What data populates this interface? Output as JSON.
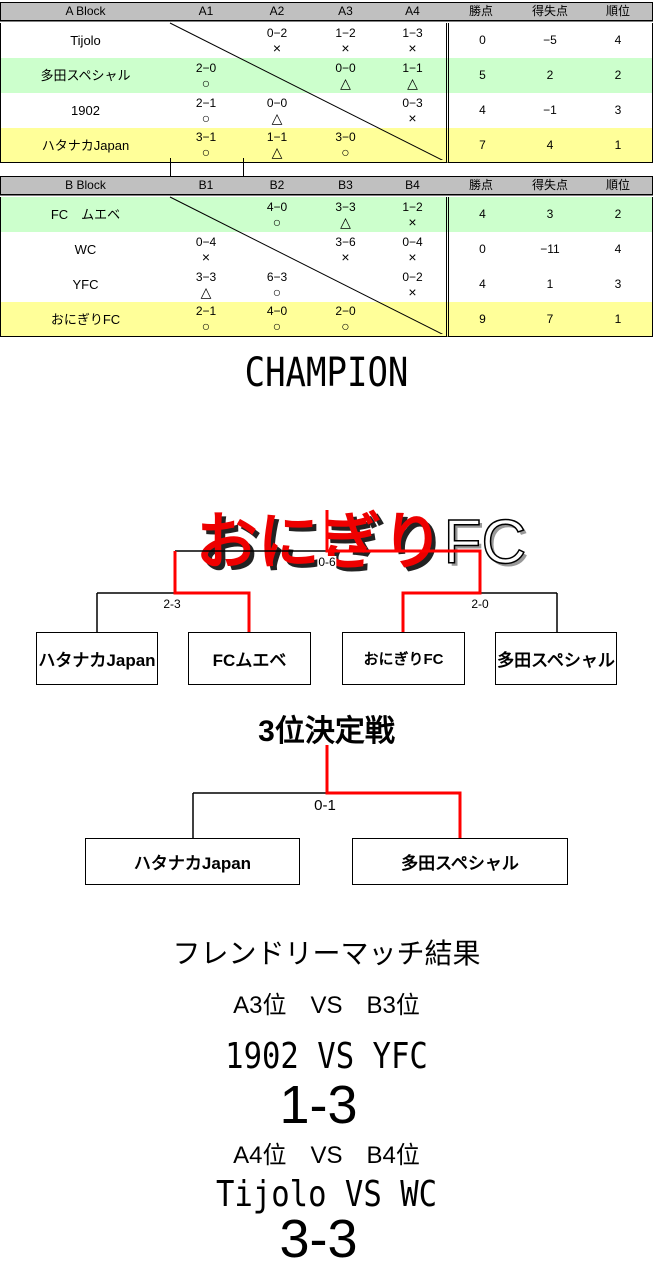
{
  "block_a": {
    "headers": [
      "A Block",
      "A1",
      "A2",
      "A3",
      "A4",
      "勝点",
      "得失点",
      "順位"
    ],
    "rows": [
      {
        "name": "Tijolo",
        "results": [
          null,
          [
            "0−2",
            "×"
          ],
          [
            "1−2",
            "×"
          ],
          [
            "1−3",
            "×"
          ]
        ],
        "points": "0",
        "diff": "−5",
        "rank": "4",
        "color": "w"
      },
      {
        "name": "多田スペシャル",
        "results": [
          [
            "2−0",
            "○"
          ],
          null,
          [
            "0−0",
            "△"
          ],
          [
            "1−1",
            "△"
          ]
        ],
        "points": "5",
        "diff": "2",
        "rank": "2",
        "color": "g"
      },
      {
        "name": "1902",
        "results": [
          [
            "2−1",
            "○"
          ],
          [
            "0−0",
            "△"
          ],
          null,
          [
            "0−3",
            "×"
          ]
        ],
        "points": "4",
        "diff": "−1",
        "rank": "3",
        "color": "w"
      },
      {
        "name": "ハタナカJapan",
        "results": [
          [
            "3−1",
            "○"
          ],
          [
            "1−1",
            "△"
          ],
          [
            "3−0",
            "○"
          ],
          null
        ],
        "points": "7",
        "diff": "4",
        "rank": "1",
        "color": "y"
      }
    ]
  },
  "block_b": {
    "headers": [
      "B Block",
      "B1",
      "B2",
      "B3",
      "B4",
      "勝点",
      "得失点",
      "順位"
    ],
    "rows": [
      {
        "name": "FC　ムエベ",
        "results": [
          null,
          [
            "4−0",
            "○"
          ],
          [
            "3−3",
            "△"
          ],
          [
            "1−2",
            "×"
          ]
        ],
        "points": "4",
        "diff": "3",
        "rank": "2",
        "color": "g"
      },
      {
        "name": "WC",
        "results": [
          [
            "0−4",
            "×"
          ],
          null,
          [
            "3−6",
            "×"
          ],
          [
            "0−4",
            "×"
          ]
        ],
        "points": "0",
        "diff": "−11",
        "rank": "4",
        "color": "w"
      },
      {
        "name": "YFC",
        "results": [
          [
            "3−3",
            "△"
          ],
          [
            "6−3",
            "○"
          ],
          null,
          [
            "0−2",
            "×"
          ]
        ],
        "points": "4",
        "diff": "1",
        "rank": "3",
        "color": "w"
      },
      {
        "name": "おにぎりFC",
        "results": [
          [
            "2−1",
            "○"
          ],
          [
            "4−0",
            "○"
          ],
          [
            "2−0",
            "○"
          ],
          null
        ],
        "points": "9",
        "diff": "7",
        "rank": "1",
        "color": "y"
      }
    ]
  },
  "champion": {
    "label": "CHAMPION",
    "team_jp": "おにぎり",
    "team_en": "FC"
  },
  "bracket": {
    "final_score": "0-6",
    "semi_left_score": "2-3",
    "semi_right_score": "2-0",
    "teams": [
      "ハタナカJapan",
      "FCムエベ",
      "おにぎりFC",
      "多田スペシャル"
    ]
  },
  "third_place": {
    "title": "3位決定戦",
    "score": "0-1",
    "teams": [
      "ハタナカJapan",
      "多田スペシャル"
    ]
  },
  "friendly": {
    "title": "フレンドリーマッチ結果",
    "matches": [
      {
        "label": "A3位　VS　B3位",
        "teams": "1902 VS YFC",
        "score": "1-3"
      },
      {
        "label": "A4位　VS　B4位",
        "teams": "Tijolo VS WC",
        "score": "3-3"
      }
    ]
  },
  "colors": {
    "win_line": "#ff0000",
    "green_row": "#ccffcc",
    "yellow_row": "#ffff99",
    "header": "#c0c0c0"
  }
}
